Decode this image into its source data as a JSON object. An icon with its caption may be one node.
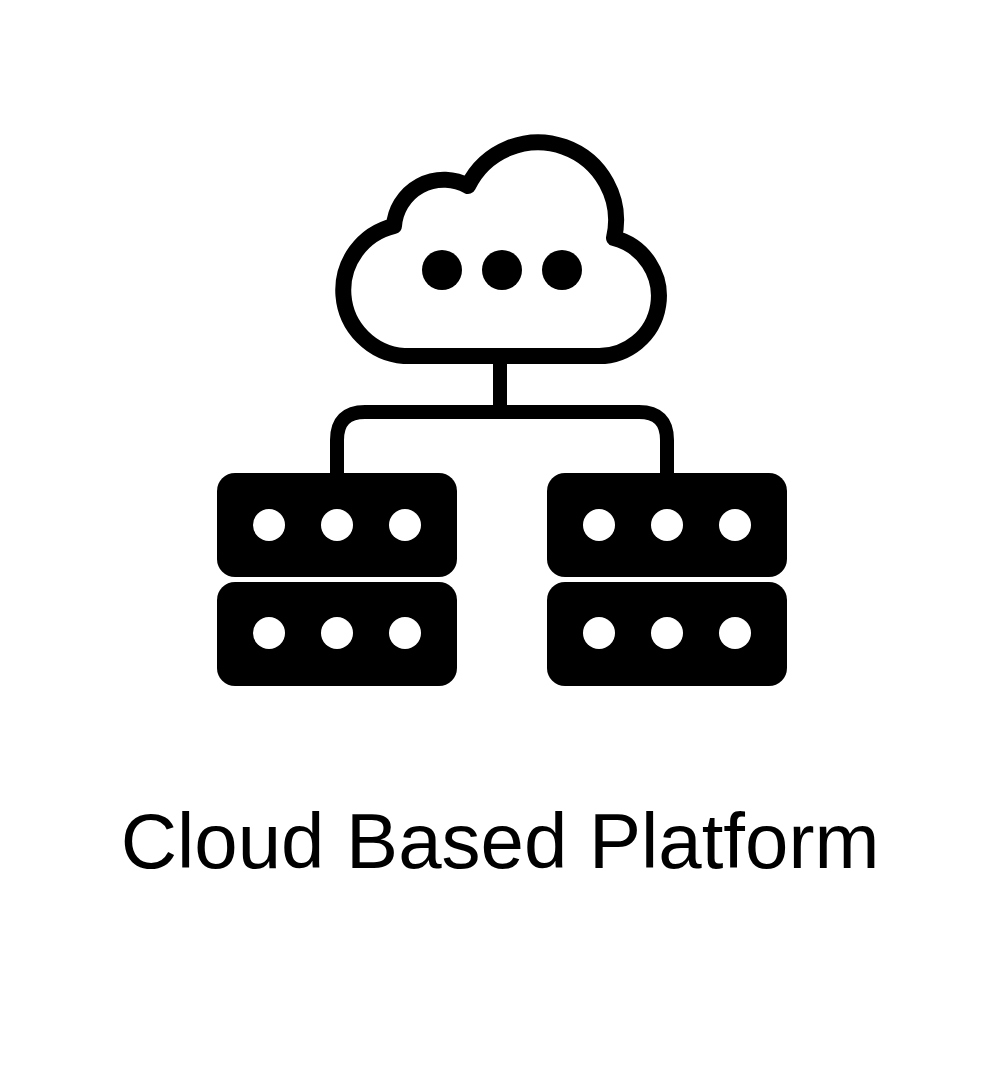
{
  "diagram": {
    "title": "Cloud Based Platform",
    "nodes": [
      {
        "text": [],
        "shape": "cloud"
      },
      {
        "text": [],
        "shape": "picture"
      },
      {
        "text": [],
        "shape": "picture"
      }
    ],
    "edges": [
      {
        "from": 0,
        "to": 1,
        "arrow": "none"
      },
      {
        "from": 0,
        "to": 2,
        "arrow": "none"
      }
    ]
  }
}
